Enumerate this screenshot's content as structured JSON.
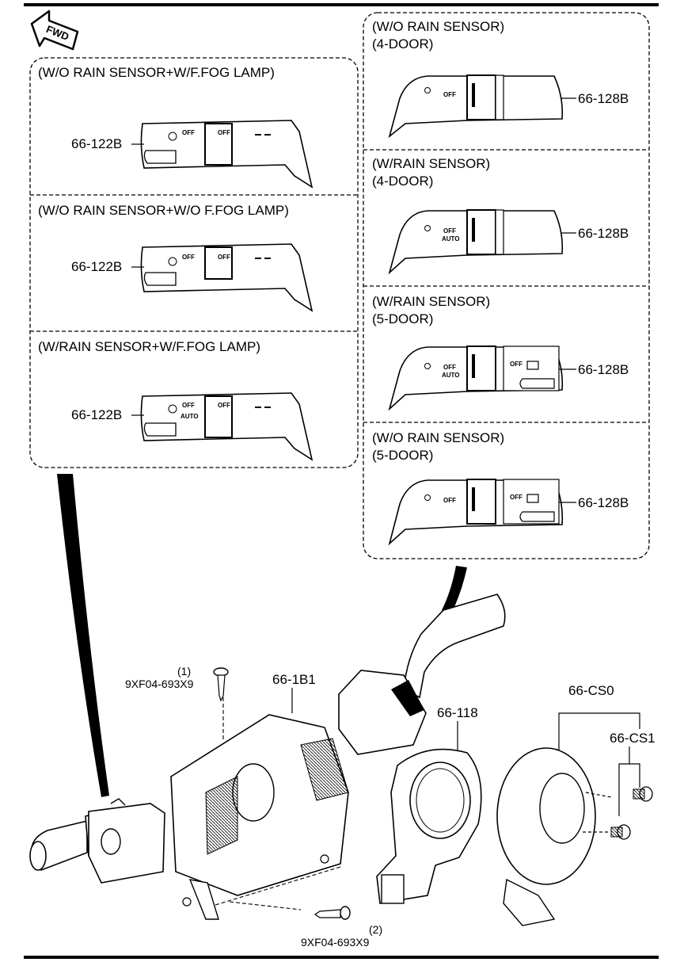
{
  "fwd": "FWD",
  "left_panels": [
    {
      "title": "(W/O RAIN SENSOR+W/F.FOG LAMP)",
      "part": "66-122B"
    },
    {
      "title": "(W/O RAIN SENSOR+W/O F.FOG LAMP)",
      "part": "66-122B"
    },
    {
      "title": "(W/RAIN SENSOR+W/F.FOG LAMP)",
      "part": "66-122B"
    }
  ],
  "right_panels": [
    {
      "title_line1": "(W/O RAIN SENSOR)",
      "title_line2": "(4-DOOR)",
      "part": "66-128B"
    },
    {
      "title_line1": "(W/RAIN SENSOR)",
      "title_line2": "(4-DOOR)",
      "part": "66-128B"
    },
    {
      "title_line1": "(W/RAIN SENSOR)",
      "title_line2": "(5-DOOR)",
      "part": "66-128B"
    },
    {
      "title_line1": "(W/O RAIN SENSOR)",
      "title_line2": "(5-DOOR)",
      "part": "66-128B"
    }
  ],
  "switch_markings": {
    "off": "OFF",
    "auto": "AUTO"
  },
  "bottom": {
    "screw1_index": "(1)",
    "screw1_part": "9XF04-693X9",
    "screw2_index": "(2)",
    "screw2_part": "9XF04-693X9",
    "bracket": "66-1B1",
    "clock_spring": "66-118",
    "cover": "66-CS0",
    "cover_screw": "66-CS1"
  }
}
